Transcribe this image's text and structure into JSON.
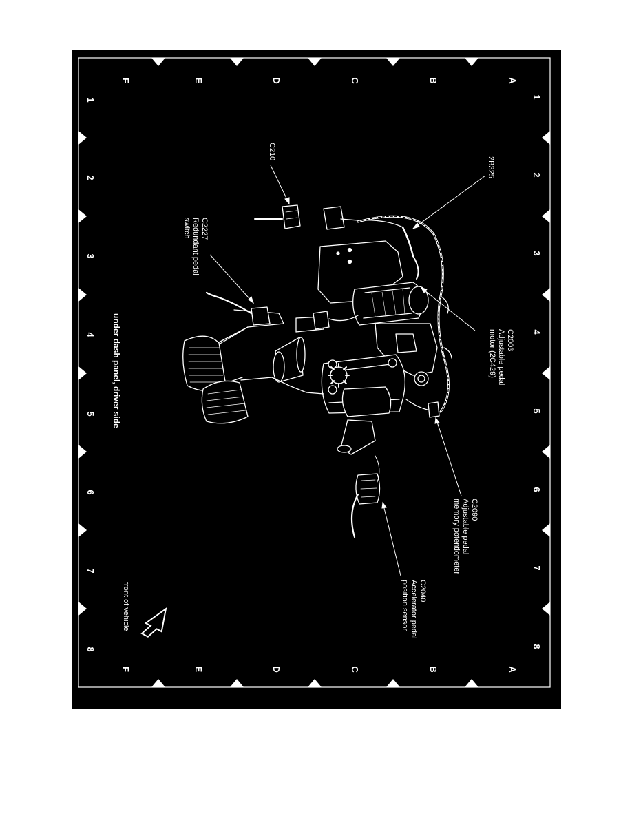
{
  "grid": {
    "numbers": [
      "1",
      "2",
      "3",
      "4",
      "5",
      "6",
      "7",
      "8"
    ],
    "letters": [
      "A",
      "B",
      "C",
      "D",
      "E",
      "F"
    ]
  },
  "callouts": {
    "c210": {
      "lines": [
        "C210"
      ]
    },
    "harness": {
      "lines": [
        "2B325"
      ]
    },
    "c2227": {
      "lines": [
        "C2227",
        "Redundant pedal",
        "switch"
      ]
    },
    "c2003": {
      "lines": [
        "C2003",
        "Adjustable pedal",
        "motor (2C429)"
      ]
    },
    "c2090": {
      "lines": [
        "C2090",
        "Adjustable pedal",
        "memory potentiometer"
      ]
    },
    "c2040": {
      "lines": [
        "C2040",
        "Accelerator pedal",
        "position sensor"
      ]
    }
  },
  "caption": "under dash panel, driver side",
  "front_label": "front of vehicle",
  "colors": {
    "background": "#000000",
    "line": "#ffffff",
    "page": "#ffffff"
  }
}
